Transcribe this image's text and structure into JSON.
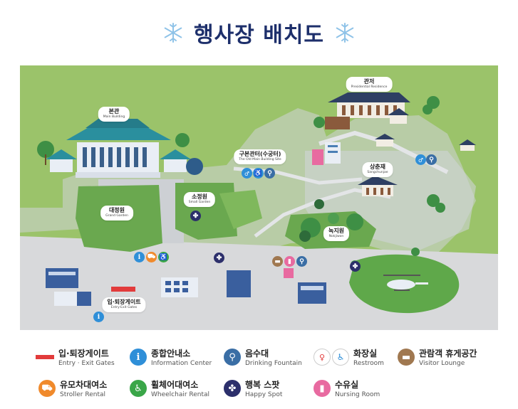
{
  "title": "행사장 배치도",
  "icons": {
    "title_decor": "snowflake-icon"
  },
  "colors": {
    "title": "#1d2f6b",
    "lawn": "#9bc36a",
    "road": "#d8d9db",
    "gate": "#e23b3b",
    "info": "#2f8fd8",
    "fountain": "#3a6ea5",
    "restroom": "#2f8fd8",
    "lounge": "#a07850",
    "stroller": "#f08a2c",
    "wheelchair": "#3aa648",
    "happy_spot": "#2c2f6b",
    "nursing": "#e86aa0"
  },
  "map": {
    "places": {
      "main_building": {
        "ko": "본관",
        "en": "Main Building"
      },
      "presidential_residence": {
        "ko": "관저",
        "en": "Presidential Residence"
      },
      "old_main_building": {
        "ko": "구본관터(수궁터)",
        "en": "The Old Main Building Site"
      },
      "sangchunjae": {
        "ko": "상춘재",
        "en": "Sangchunjae"
      },
      "grand_garden": {
        "ko": "대정원",
        "en": "Grand Garden"
      },
      "small_garden": {
        "ko": "소정원",
        "en": "Small Garden"
      },
      "nokjiwon": {
        "ko": "녹지원",
        "en": "Nokjiwon"
      },
      "entry_gates": {
        "ko": "입·퇴장게이트",
        "en": "Entry·Exit Gates"
      }
    }
  },
  "legend": {
    "gate": {
      "ko": "입·퇴장게이트",
      "en": "Entry · Exit Gates",
      "icon": "gate-bar"
    },
    "info": {
      "ko": "종합안내소",
      "en": "Information Center",
      "icon": "info-icon"
    },
    "fountain": {
      "ko": "음수대",
      "en": "Drinking Fountain",
      "icon": "fountain-icon"
    },
    "restroom": {
      "ko": "화장실",
      "en": "Restroom",
      "icon": "restroom-icon"
    },
    "lounge": {
      "ko": "관람객 휴게공간",
      "en": "Visitor Lounge",
      "icon": "sofa-icon"
    },
    "stroller": {
      "ko": "유모차대여소",
      "en": "Stroller Rental",
      "icon": "stroller-icon"
    },
    "wheelchair": {
      "ko": "휠체어대여소",
      "en": "Wheelchair Rental",
      "icon": "wheelchair-icon"
    },
    "happy_spot": {
      "ko": "행복 스팟",
      "en": "Happy Spot",
      "icon": "pinwheel-icon"
    },
    "nursing": {
      "ko": "수유실",
      "en": "Nursing Room",
      "icon": "baby-bottle-icon"
    }
  }
}
